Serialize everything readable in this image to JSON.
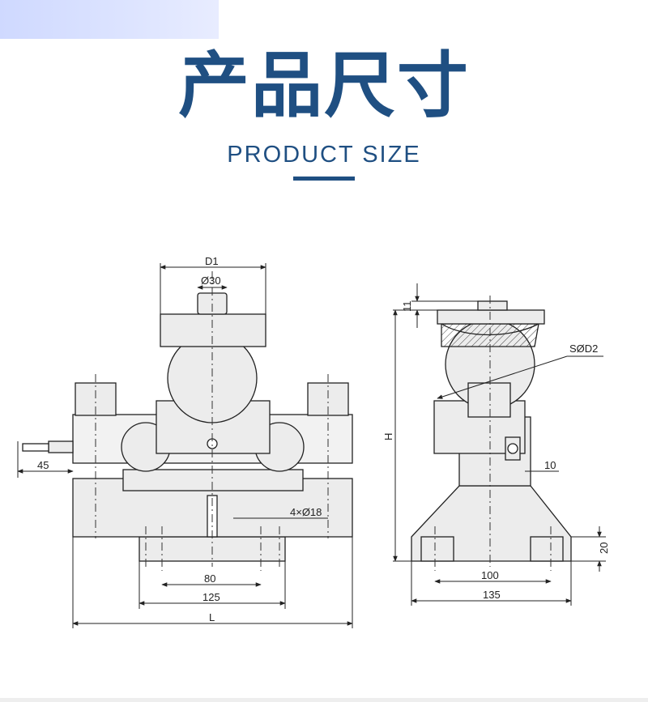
{
  "header": {
    "title_cn": "产品尺寸",
    "title_en": "PRODUCT SIZE"
  },
  "colors": {
    "brand": "#1f4f82",
    "part_fill": "#ececec",
    "line": "#222222"
  },
  "front_view": {
    "labels": {
      "D1": "D1",
      "bore": "Ø30",
      "cable": "45",
      "holes": "4×Ø18",
      "inner_spacing": "80",
      "outer_spacing": "125",
      "length": "L"
    }
  },
  "side_view": {
    "labels": {
      "ball": "SØD2",
      "top_thickness": "11",
      "height": "H",
      "pin": "10",
      "base_height": "20",
      "inner_spacing": "100",
      "outer_spacing": "135"
    }
  }
}
